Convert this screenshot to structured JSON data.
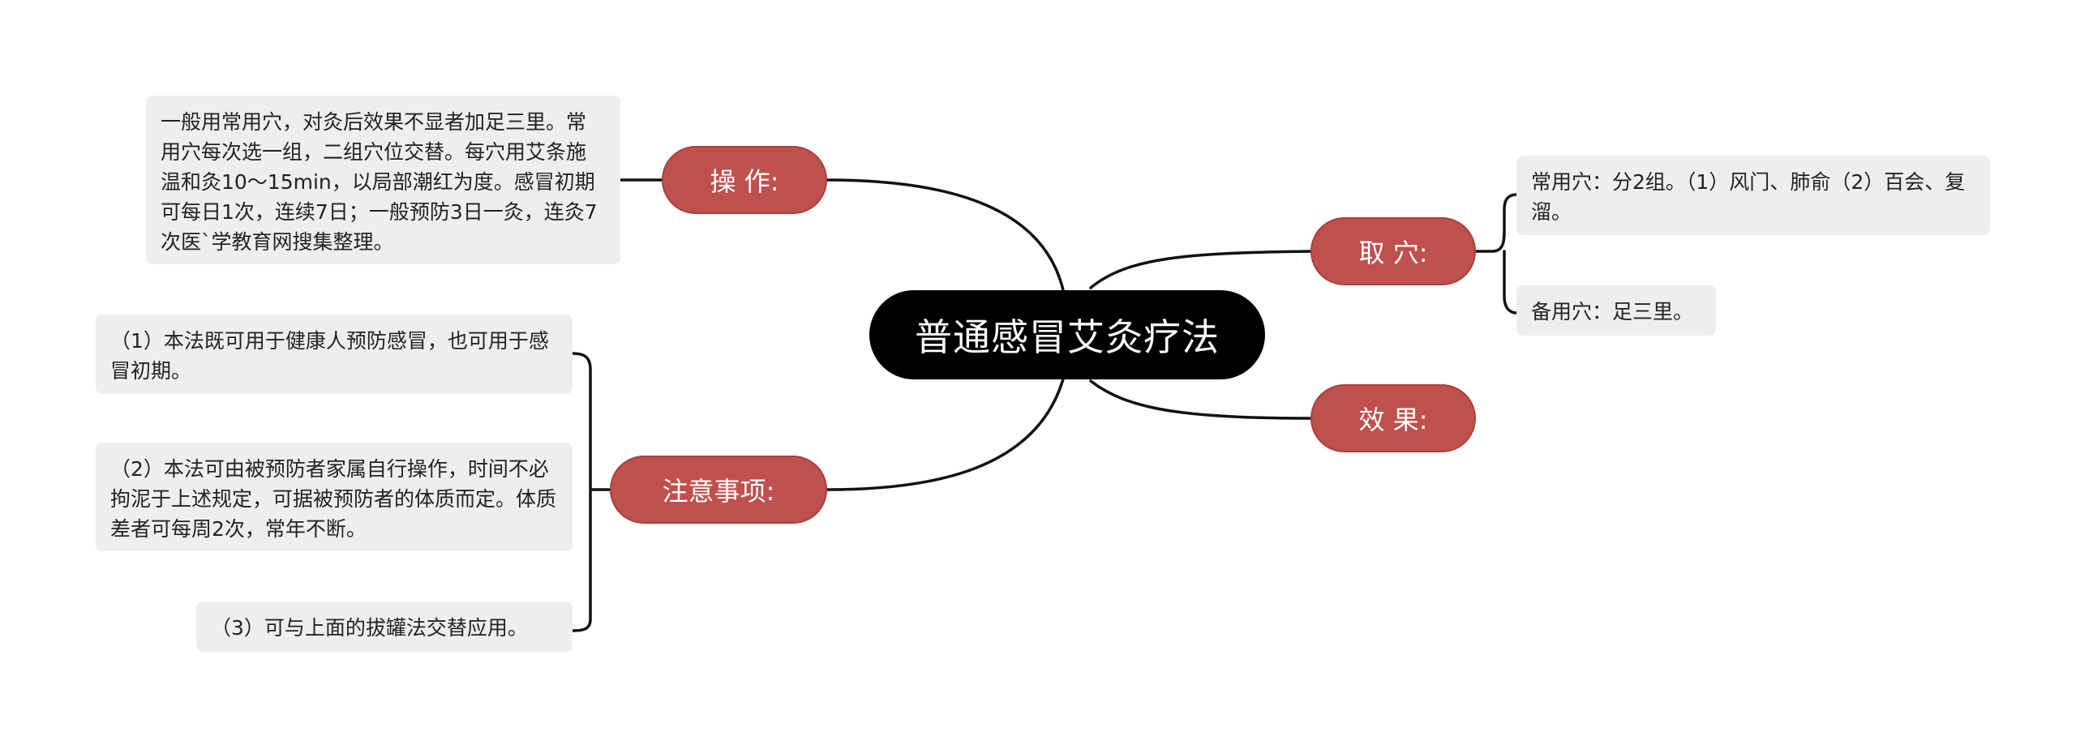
{
  "root": {
    "title": "普通感冒艾灸疗法"
  },
  "branches": {
    "operation": {
      "label": "操 作:",
      "notes": [
        "一般用常用穴，对灸后效果不显者加足三里。常用穴每次选一组，二组穴位交替。每穴用艾条施温和灸10～15min，以局部潮红为度。感冒初期可每日1次，连续7日；一般预防3日一灸，连灸7次医`学教育网搜集整理。"
      ]
    },
    "acupoints": {
      "label": "取 穴:",
      "notes": [
        "常用穴：分2组。（1）风门、肺俞（2）百会、复溜。",
        "备用穴：足三里。"
      ]
    },
    "effect": {
      "label": "效 果:",
      "notes": []
    },
    "precautions": {
      "label": "注意事项:",
      "notes": [
        "（1）本法既可用于健康人预防感冒，也可用于感冒初期。",
        "（2）本法可由被预防者家属自行操作，时间不必拘泥于上述规定，可据被预防者的体质而定。体质差者可每周2次，常年不断。",
        "（3）可与上面的拔罐法交替应用。"
      ]
    }
  },
  "colors": {
    "root": "#000000",
    "branch": "#c0504d",
    "leaf": "#eeeeee",
    "line": "#111111"
  }
}
